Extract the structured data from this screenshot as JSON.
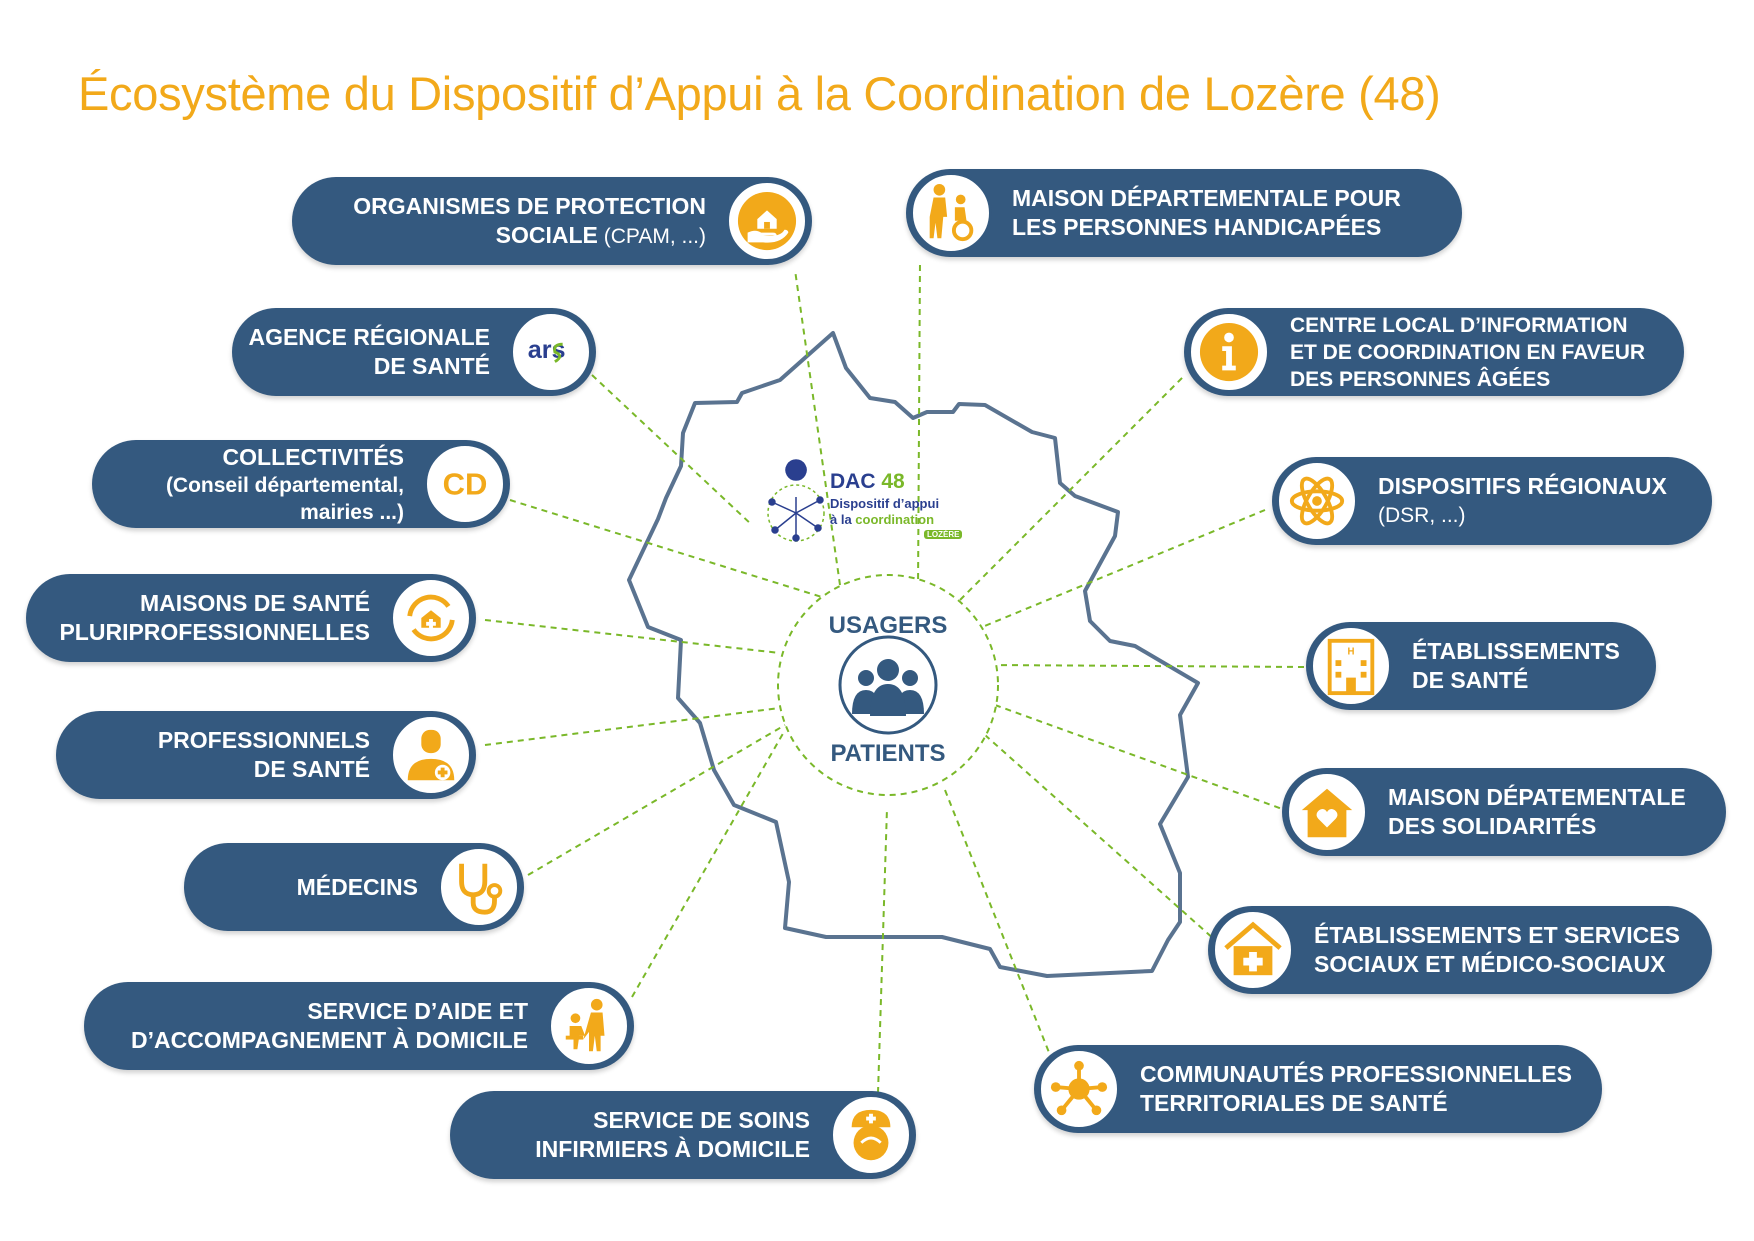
{
  "title": "Écosystème du Dispositif d’Appui à la Coordination de Lozère (48)",
  "colors": {
    "accent": "#f2a91a",
    "pill": "#34597f",
    "link": "#7ab829",
    "map": "#5a7390"
  },
  "center": {
    "top_label": "USAGERS",
    "bottom_label": "PATIENTS",
    "icon": "group-icon"
  },
  "logo": {
    "dac": "DAC",
    "num": "48",
    "line1": "Dispositif d’appui",
    "line2a": "à la ",
    "line2b": "coordination",
    "tag": "LOZÈRE"
  },
  "left_items": [
    {
      "line1": "ORGANISMES DE PROTECTION",
      "line2": "SOCIALE",
      "sub": " (CPAM, ...)",
      "icon": "hand-house-icon"
    },
    {
      "line1": "AGENCE RÉGIONALE",
      "line2": "DE SANTÉ",
      "icon": "ars-logo-icon",
      "icon_text": "ars"
    },
    {
      "line1": "COLLECTIVITÉS",
      "line2": "(Conseil départemental,",
      "line3": "mairies ...)",
      "icon": "cd-icon",
      "icon_text": "CD"
    },
    {
      "line1": "MAISONS DE SANTÉ",
      "line2": "PLURIPROFESSIONNELLES",
      "icon": "house-cycle-icon"
    },
    {
      "line1": "PROFESSIONNELS",
      "line2": "DE SANTÉ",
      "icon": "health-professional-icon"
    },
    {
      "line1": "MÉDECINS",
      "icon": "stethoscope-icon"
    },
    {
      "line1": "SERVICE D’AIDE ET",
      "line2": "D’ACCOMPAGNEMENT À DOMICILE",
      "icon": "home-help-icon"
    },
    {
      "line1": "SERVICE DE SOINS",
      "line2": "INFIRMIERS À DOMICILE",
      "icon": "nurse-icon"
    }
  ],
  "right_items": [
    {
      "line1": "MAISON DÉPARTEMENTALE POUR",
      "line2": "LES PERSONNES HANDICAPÉES",
      "icon": "wheelchair-icon"
    },
    {
      "line1": "CENTRE LOCAL D’INFORMATION",
      "line2": "ET DE COORDINATION EN FAVEUR",
      "line3": "DES PERSONNES ÂGÉES",
      "icon": "info-icon"
    },
    {
      "line1": "DISPOSITIFS RÉGIONAUX",
      "line2": "(DSR, ...)",
      "icon": "atom-icon"
    },
    {
      "line1": "ÉTABLISSEMENTS",
      "line2": "DE SANTÉ",
      "icon": "hospital-icon"
    },
    {
      "line1": "MAISON DÉPATEMENTALE",
      "line2": "DES SOLIDARITÉS",
      "icon": "heart-house-icon"
    },
    {
      "line1": "ÉTABLISSEMENTS ET SERVICES",
      "line2": "SOCIAUX ET MÉDICO-SOCIAUX",
      "icon": "medical-house-icon"
    },
    {
      "line1": "COMMUNAUTÉS PROFESSIONNELLES",
      "line2": "TERRITORIALES DE SANTÉ",
      "icon": "network-icon"
    }
  ]
}
